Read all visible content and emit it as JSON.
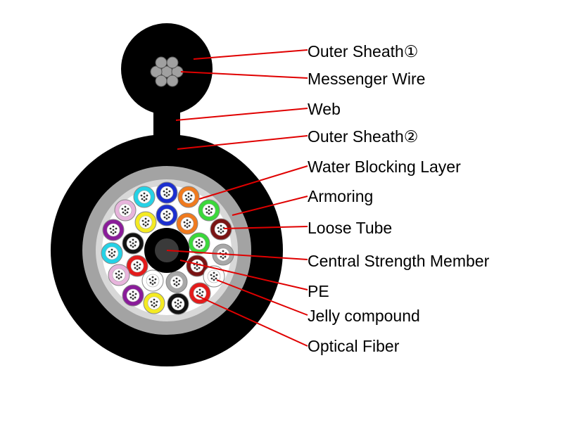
{
  "labels": [
    {
      "id": "outer-sheath-1",
      "text": "Outer Sheath①"
    },
    {
      "id": "messenger-wire",
      "text": "Messenger Wire"
    },
    {
      "id": "web",
      "text": "Web"
    },
    {
      "id": "outer-sheath-2",
      "text": "Outer Sheath②"
    },
    {
      "id": "water-blocking-layer",
      "text": "Water Blocking Layer"
    },
    {
      "id": "armoring",
      "text": "Armoring"
    },
    {
      "id": "loose-tube",
      "text": "Loose Tube"
    },
    {
      "id": "central-strength-member",
      "text": "Central Strength Member"
    },
    {
      "id": "pe",
      "text": "PE"
    },
    {
      "id": "jelly-compound",
      "text": "Jelly compound"
    },
    {
      "id": "optical-fiber",
      "text": "Optical Fiber"
    }
  ],
  "colors": {
    "sheath": "#000000",
    "armoring": "#a3a3a3",
    "water_blocking": "#d8d8d8",
    "core_fill": "#ffffff",
    "leader_line": "#e00000",
    "messenger_wire": "#a0a0a0",
    "csm_outer": "#000000",
    "csm_inner": "#3a3a3a"
  },
  "tube_colors": {
    "blue": "#1c2fd0",
    "orange": "#f07a1e",
    "green": "#3bd83b",
    "brown": "#7a1414",
    "slate": "#a8a8a8",
    "white": "#ffffff",
    "red": "#e41b1b",
    "black": "#111111",
    "yellow": "#f4ea22",
    "violet": "#8a1c9a",
    "rose": "#e7b4dc",
    "aqua": "#25d2e6"
  }
}
